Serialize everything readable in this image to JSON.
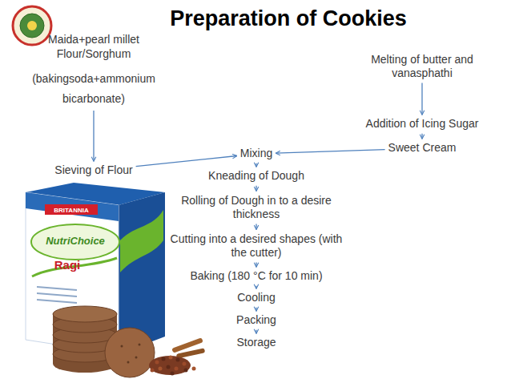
{
  "diagram": {
    "title": "Preparation of Cookies",
    "nodes": [
      {
        "text": [
          "Maida+pearl millet Flour/Sorghum",
          "(bakingsoda+ammonium bicarbonate)"
        ]
      },
      {
        "text": [
          "Melting of butter and vanasphathi"
        ]
      },
      {
        "text": [
          "Addition of Icing Sugar"
        ]
      },
      {
        "text": [
          "Sweet Cream"
        ]
      },
      {
        "text": [
          "Mixing"
        ]
      },
      {
        "text": [
          "Sieving of Flour"
        ]
      },
      {
        "text": [
          "Kneading of Dough"
        ]
      },
      {
        "text": [
          "Rolling of Dough in to a desire thickness"
        ]
      },
      {
        "text": [
          "Cutting into a desired shapes (with the cutter)"
        ]
      },
      {
        "text": [
          "Baking (180 °C for 10 min)"
        ]
      },
      {
        "text": [
          "Cooling"
        ]
      },
      {
        "text": [
          "Packing"
        ]
      },
      {
        "text": [
          "Storage"
        ]
      }
    ],
    "edges": [
      {
        "from": 0,
        "to": 5,
        "arrow": "to"
      },
      {
        "from": 5,
        "to": 4,
        "arrow": "to"
      },
      {
        "from": 1,
        "to": 2,
        "arrow": "to"
      },
      {
        "from": 2,
        "to": 3,
        "arrow": "to"
      },
      {
        "from": 3,
        "to": 4,
        "arrow": "to"
      },
      {
        "from": 4,
        "to": 6,
        "arrow": "to"
      },
      {
        "from": 6,
        "to": 7,
        "arrow": "to"
      },
      {
        "from": 7,
        "to": 8,
        "arrow": "to"
      },
      {
        "from": 8,
        "to": 9,
        "arrow": "to"
      },
      {
        "from": 9,
        "to": 10,
        "arrow": "to"
      },
      {
        "from": 10,
        "to": 11,
        "arrow": "to"
      },
      {
        "from": 11,
        "to": 12,
        "arrow": "to"
      }
    ],
    "labels": [
      "BRITANNIA",
      "NutriChoice",
      "Ragi"
    ]
  }
}
